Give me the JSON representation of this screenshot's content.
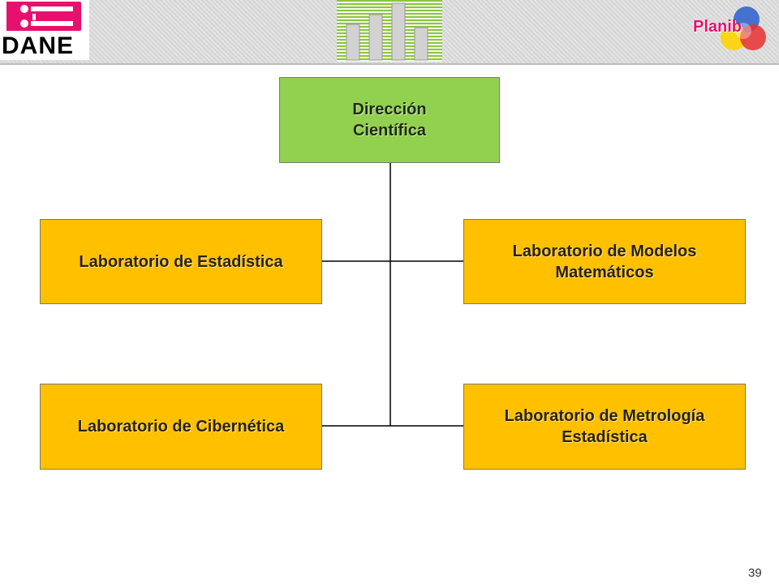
{
  "header": {
    "logo_text": "DANE",
    "plan_text": "Planib",
    "colors": {
      "dane_pink": "#e8106e",
      "graphic_green": "#8cc63f"
    }
  },
  "diagram": {
    "root": {
      "label": "Dirección\nCientífica",
      "color": "#92d050"
    },
    "labs": [
      {
        "label": "Laboratorio de Estadística",
        "color": "#ffc000"
      },
      {
        "label": "Laboratorio de Modelos\nMatemáticos",
        "color": "#ffc000"
      },
      {
        "label": "Laboratorio de Cibernética",
        "color": "#ffc000"
      },
      {
        "label": "Laboratorio de Metrología\nEstadística",
        "color": "#ffc000"
      }
    ]
  },
  "footer": {
    "page_number": "39"
  }
}
